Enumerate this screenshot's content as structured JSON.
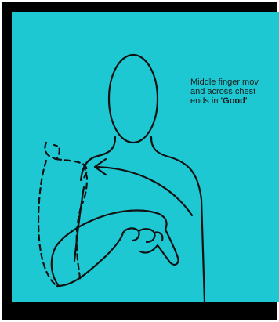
{
  "caption": {
    "line1": "Middle finger mov",
    "line2": "and across chest",
    "line3_prefix": "ends in ",
    "line3_bold": "'Good'"
  },
  "colors": {
    "background": "#1ec8d3",
    "frame": "#000000",
    "ink": "#111111"
  }
}
